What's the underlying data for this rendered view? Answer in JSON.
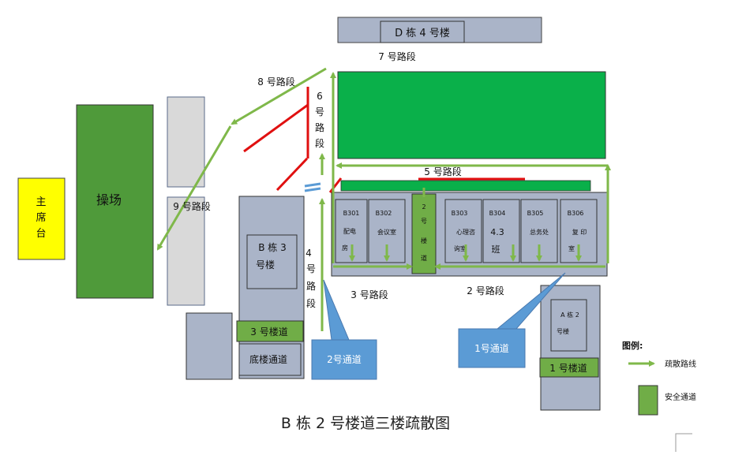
{
  "title": "B 栋 2 号楼道三楼疏散图",
  "buildings": {
    "d4": "D 栋 4 号楼",
    "b3_line1": "B 栋 3",
    "b3_line2": "号楼",
    "a2_line1": "A 栋 2",
    "a2_line2": "号楼"
  },
  "playground": "操场",
  "podium": [
    "主",
    "席",
    "台"
  ],
  "rooms": [
    {
      "code": "B301",
      "lines": [
        "配电",
        "房"
      ]
    },
    {
      "code": "B302",
      "lines": [
        "会议室"
      ]
    },
    {
      "code": "B303",
      "lines": [
        "心理咨",
        "询室"
      ]
    },
    {
      "code": "B304",
      "lines": [
        "4.3",
        "班"
      ]
    },
    {
      "code": "B305",
      "lines": [
        "总务处"
      ]
    },
    {
      "code": "B306",
      "lines": [
        "复 印",
        "室"
      ]
    }
  ],
  "stair2": [
    "2",
    "号",
    "楼",
    "道"
  ],
  "stairs": {
    "b3": "3 号楼道",
    "ground": "底楼通道",
    "a1": "1 号楼道"
  },
  "road_segments": {
    "r1": "1号通道",
    "r2": "2号通道",
    "s2": "2 号路段",
    "s3": "3 号路段",
    "s4": [
      "4",
      "号",
      "路",
      "段"
    ],
    "s5": "5 号路段",
    "s6": [
      "6",
      "号",
      "路",
      "段"
    ],
    "s7": "7 号路段",
    "s8": "8 号路段",
    "s9": "9 号路段"
  },
  "legend": {
    "title": "图例:",
    "route": "疏散路线",
    "safe": "安全通道"
  },
  "colors": {
    "route": "#7fb84a",
    "building": "#aab4c8",
    "field": "#4f9a3a",
    "big_green": "#0ab04a",
    "red": "#e01010",
    "callout": "#5b9bd5",
    "podium": "#ffff00"
  }
}
